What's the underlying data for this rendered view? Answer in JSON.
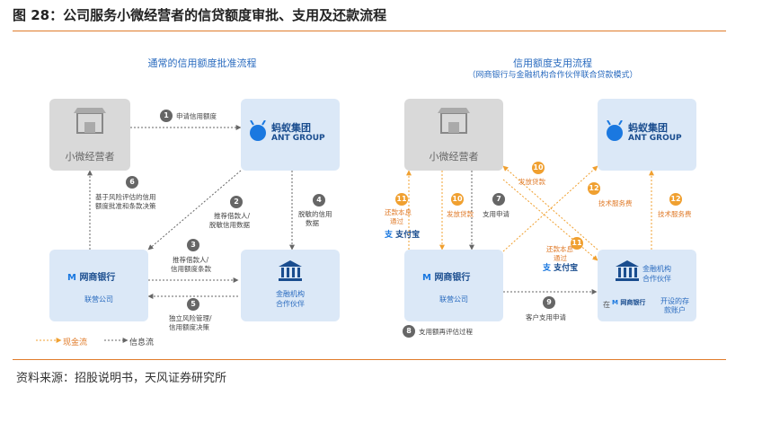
{
  "figure": {
    "title": "图 28：公司服务小微经营者的信贷额度审批、支用及还款流程",
    "source": "资料来源：招股说明书，天风证券研究所"
  },
  "left_panel": {
    "title": "通常的信用额度批准流程",
    "nodes": {
      "merchant": "小微经营者",
      "ant": "蚂蚁集团",
      "ant_en": "ANT GROUP",
      "bank": "网商银行",
      "bank_sub": "联营公司",
      "fin": "金融机构",
      "fin2": "合作伙伴"
    },
    "steps": [
      {
        "n": "1",
        "label": "申请信用额度"
      },
      {
        "n": "2",
        "label": "推荐借款人/",
        "label2": "脱敏信用数据"
      },
      {
        "n": "3",
        "label": "推荐借款人/",
        "label2": "信用额度条款"
      },
      {
        "n": "4",
        "label": "脱敏的信用",
        "label2": "数据"
      },
      {
        "n": "5",
        "label": "独立风险管理/",
        "label2": "信用额度决策"
      },
      {
        "n": "6",
        "label": "基于风险评估的信用",
        "label2": "额度批准和条款决策"
      }
    ]
  },
  "right_panel": {
    "title": "信用额度支用流程",
    "subtitle": "（网商银行与金融机构合作伙伴联合贷款模式）",
    "nodes": {
      "merchant": "小微经营者",
      "ant": "蚂蚁集团",
      "ant_en": "ANT GROUP",
      "bank": "网商银行",
      "bank_sub": "联营公司",
      "fin": "金融机构",
      "fin2": "合作伙伴",
      "fin_account_prefix": "在",
      "fin_account_bank": "网商银行",
      "fin_account": "开设的存",
      "fin_account2": "款账户",
      "alipay": "支付宝"
    },
    "steps": [
      {
        "n": "7",
        "label": "支用申请"
      },
      {
        "n": "8",
        "label": "支用额再评估过程"
      },
      {
        "n": "9",
        "label": "客户支用申请"
      },
      {
        "n": "10",
        "label": "发放贷款"
      },
      {
        "n": "10",
        "label": "发放贷款"
      },
      {
        "n": "11",
        "label": "还款本息",
        "label2": "通过"
      },
      {
        "n": "11",
        "label": "还款本息",
        "label2": "通过"
      },
      {
        "n": "12",
        "label": "技术服务费"
      },
      {
        "n": "12",
        "label": "技术服务费"
      }
    ]
  },
  "legend": {
    "cash": "现金流",
    "info": "信息流"
  },
  "colors": {
    "accent_orange": "#e07b2a",
    "title_blue": "#2a6bbf",
    "box_blue": "#dbe8f7",
    "box_gray": "#d9d9d9"
  }
}
